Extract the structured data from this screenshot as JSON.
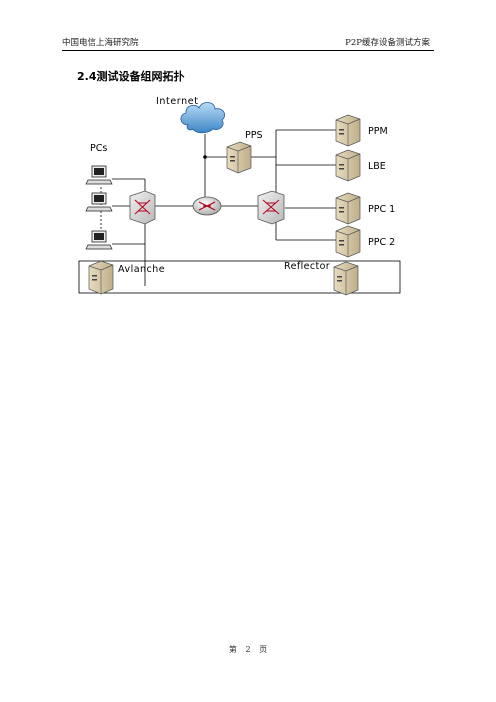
{
  "header": {
    "left": "中国电信上海研究院",
    "right": "P2P缓存设备测试方案"
  },
  "section_title": "2.4测试设备组网拓扑",
  "diagram": {
    "internet_label": "Internet",
    "pps_label": "PPS",
    "pcs_label": "PCs",
    "ppm_label": "PPM",
    "lbe_label": "LBE",
    "ppc1_label": "PPC 1",
    "ppc2_label": "PPC 2",
    "avalanche_label": "Avlanche",
    "reflector_label": "Reflector"
  },
  "footer": {
    "prefix": "第",
    "page": "2",
    "suffix": "页"
  }
}
